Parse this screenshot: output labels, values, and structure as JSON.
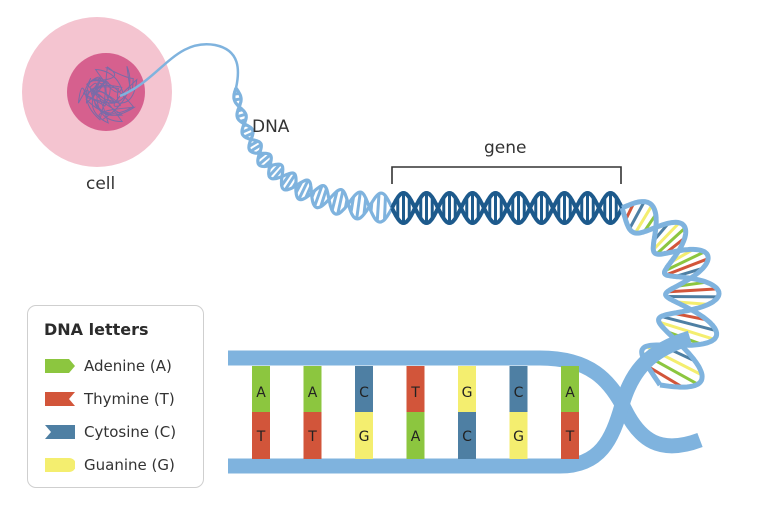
{
  "labels": {
    "cell": "cell",
    "dna": "DNA",
    "gene": "gene"
  },
  "legend": {
    "title": "DNA letters",
    "items": [
      {
        "label": "Adenine (A)",
        "color": "#8cc63f",
        "shape": "adenine"
      },
      {
        "label": "Thymine (T)",
        "color": "#d2553a",
        "shape": "thymine"
      },
      {
        "label": "Cytosine (C)",
        "color": "#4e7fa3",
        "shape": "cytosine"
      },
      {
        "label": "Guanine (G)",
        "color": "#f4ee6f",
        "shape": "guanine"
      }
    ]
  },
  "base_pairs": [
    {
      "top": "A",
      "bottom": "T"
    },
    {
      "top": "A",
      "bottom": "T"
    },
    {
      "top": "C",
      "bottom": "G"
    },
    {
      "top": "T",
      "bottom": "A"
    },
    {
      "top": "G",
      "bottom": "C"
    },
    {
      "top": "C",
      "bottom": "G"
    },
    {
      "top": "A",
      "bottom": "T"
    }
  ],
  "colors": {
    "strand": "#7fb3de",
    "gene_strand": "#1d5a8c",
    "cell_outer": "#f4c4d0",
    "cell_nucleus": "#d6608e"
  }
}
